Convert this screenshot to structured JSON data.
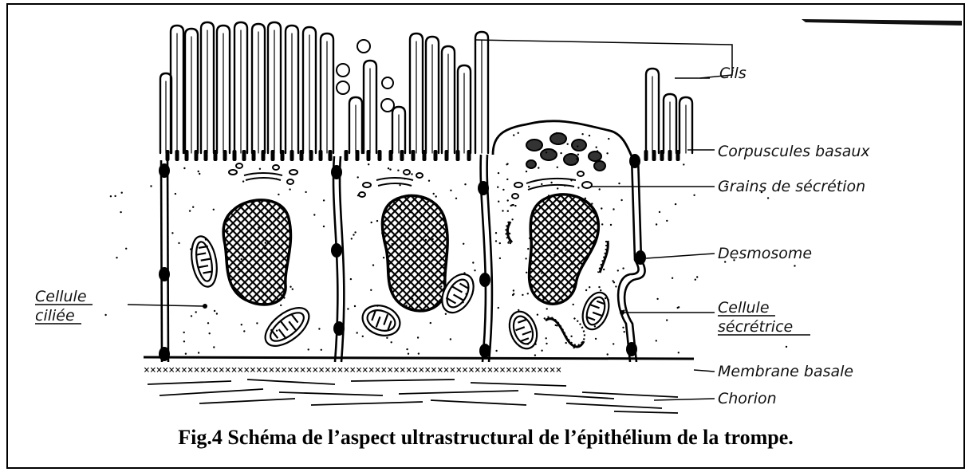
{
  "labels": {
    "cils": "Cils",
    "corpuscules_basaux": "Corpuscules basaux",
    "grains_secretion": "Grains de sécrétion",
    "desmosome": "Desmosome",
    "cellule_secretrice_1": "Cellule",
    "cellule_secretrice_2": "sécrétrice",
    "membrane_basale": "Membrane basale",
    "chorion": "Chorion",
    "cellule_ciliee_1": "Cellule",
    "cellule_ciliee_2": "ciliée"
  },
  "caption": "Fig.4  Schéma de l’aspect ultrastructural de l’épithélium de la trompe."
}
